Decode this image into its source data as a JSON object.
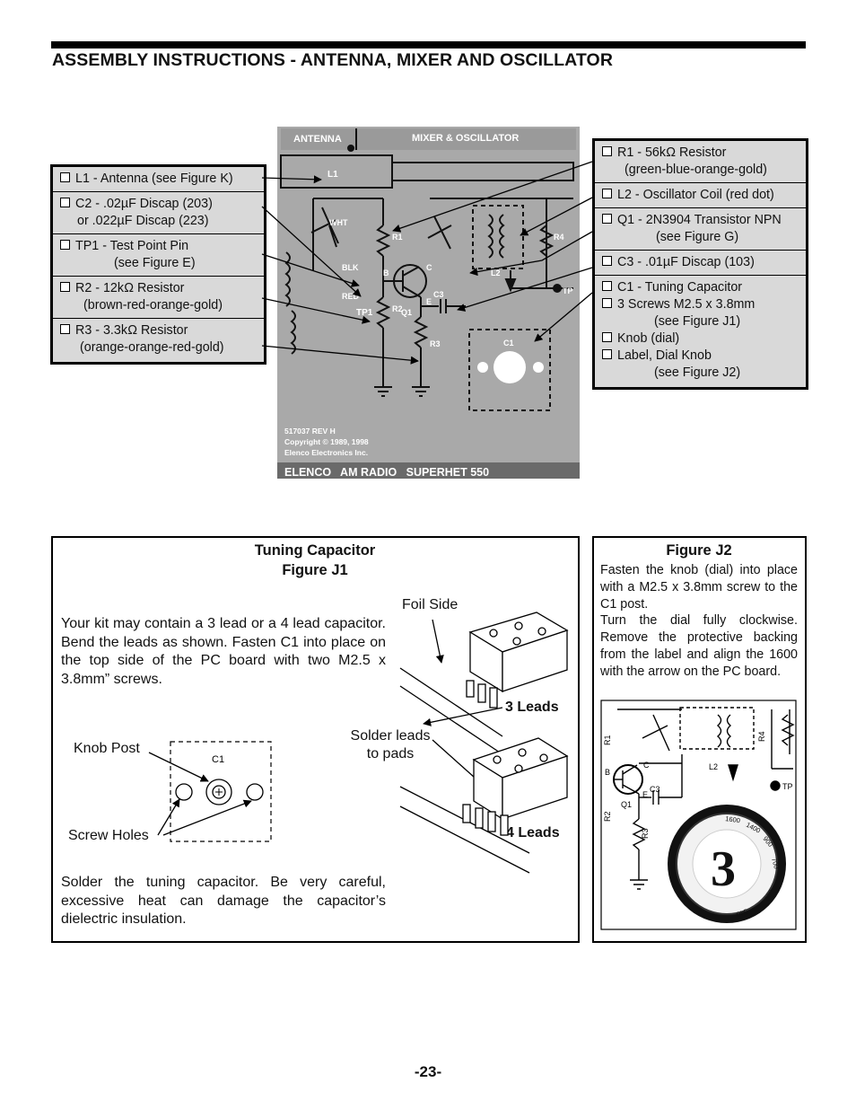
{
  "title": "ASSEMBLY INSTRUCTIONS - ANTENNA, MIXER AND OSCILLATOR",
  "left_parts": [
    {
      "lines": [
        "L1 - Antenna  (see Figure K)"
      ]
    },
    {
      "lines": [
        "C2 - .02µF Discap (203)",
        "or .022µF Discap (223)"
      ]
    },
    {
      "lines": [
        "TP1 - Test Point Pin",
        "(see Figure E)"
      ]
    },
    {
      "lines": [
        "R2 - 12kΩ Resistor",
        "(brown-red-orange-gold)"
      ]
    },
    {
      "lines": [
        "R3 - 3.3kΩ Resistor",
        "(orange-orange-red-gold)"
      ]
    }
  ],
  "right_parts": [
    {
      "lines": [
        "R1 - 56kΩ Resistor",
        "(green-blue-orange-gold)"
      ]
    },
    {
      "lines": [
        "L2 - Oscillator Coil (red dot)"
      ]
    },
    {
      "lines": [
        "Q1 - 2N3904 Transistor NPN",
        "(see Figure G)"
      ]
    },
    {
      "lines": [
        "C3 - .01µF Discap (103)"
      ]
    },
    {
      "items": [
        "C1 - Tuning Capacitor",
        "3 Screws M2.5 x 3.8mm",
        "(see Figure J1)",
        "Knob (dial)",
        "Label, Dial Knob",
        "(see Figure J2)"
      ]
    }
  ],
  "board": {
    "antenna_label": "ANTENNA",
    "mixer_label": "MIXER & OSCILLATOR",
    "l1": "L1",
    "wht": "WHT",
    "blk": "BLK",
    "red": "RED",
    "tp1": "TP1",
    "r1": "R1",
    "r2": "R2",
    "r3": "R3",
    "r4": "R4",
    "q1": "Q1",
    "b": "B",
    "c": "C",
    "e": "E",
    "c3": "C3",
    "l2": "L2",
    "tp": "TP",
    "c1": "C1",
    "footer1": "517037  REV H",
    "footer2": "Copyright © 1989, 1998",
    "footer3": "Elenco Electronics Inc.",
    "brand": "ELENCO   AM RADIO   SUPERHET 550"
  },
  "j1": {
    "title": "Tuning Capacitor",
    "subtitle": "Figure J1",
    "intro": "Your kit may contain a 3 lead or a 4 lead capacitor. Bend the leads as shown. Fasten C1 into place on the top side of the PC board with two M2.5 x 3.8mm” screws.",
    "foil_side": "Foil Side",
    "three_leads": "3 Leads",
    "solder_leads": [
      "Solder leads",
      "to pads"
    ],
    "four_leads": "4 Leads",
    "knob_post": "Knob Post",
    "screw_holes": "Screw Holes",
    "c1_small": "C1",
    "solder_note": "Solder the tuning capacitor.  Be very careful, excessive heat can damage the capacitor’s dielectric insulation."
  },
  "j2": {
    "title": "Figure J2",
    "text1": "Fasten the knob (dial) into place with a M2.5 x 3.8mm screw to the C1 post.",
    "text2": "Turn the dial fully clockwise. Remove the protective backing from the label and align the 1600 with the arrow on the PC board.",
    "r1": "R1",
    "r2": "R2",
    "r3": "R3",
    "r4": "R4",
    "b": "B",
    "c": "C",
    "e": "E",
    "q1": "Q1",
    "c3": "C3",
    "l2": "L2",
    "tp": "TP",
    "dial_numbers": [
      "1600",
      "1400",
      "900",
      "700",
      "600",
      "540"
    ],
    "dial_logo": "3"
  },
  "page_number": "-23-"
}
